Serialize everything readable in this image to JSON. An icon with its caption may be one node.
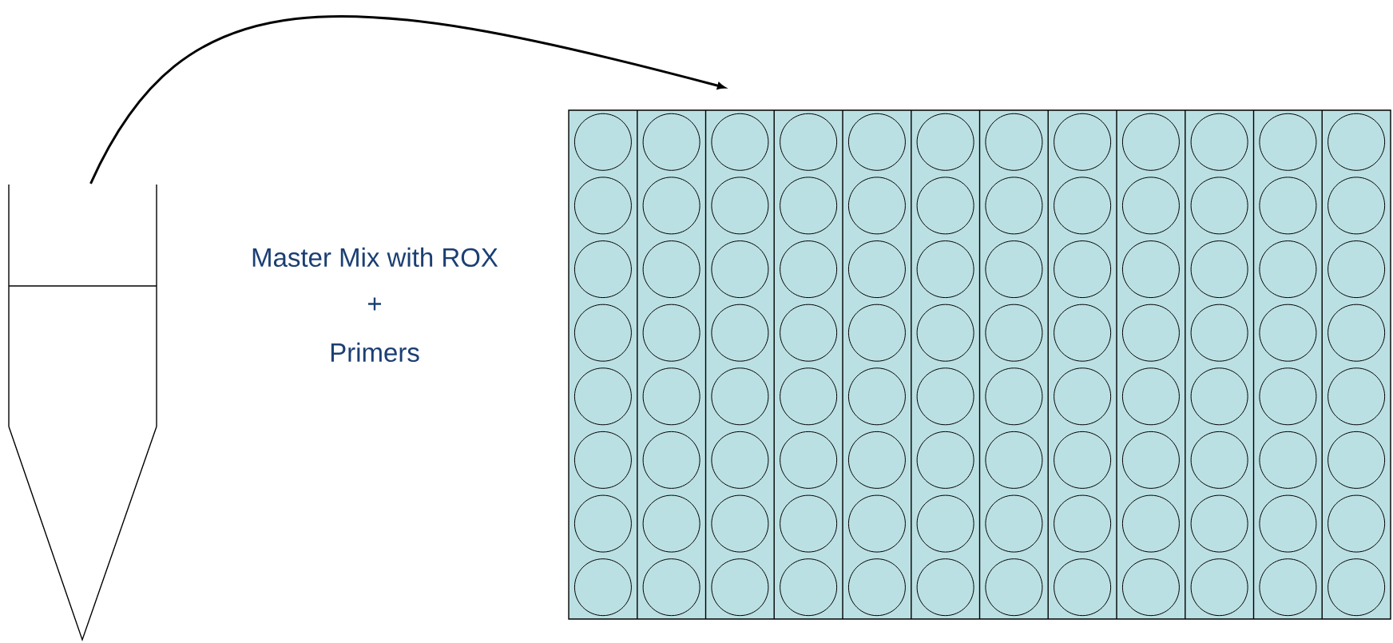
{
  "diagram": {
    "nodes": [
      {
        "text": [],
        "shape": "picture"
      },
      {
        "text": [],
        "shape": "picture"
      }
    ],
    "edges": [
      {
        "from": 0,
        "to": 1,
        "arrow": "to"
      }
    ],
    "labels": [
      "Master Mix with ROX",
      "+",
      "Primers"
    ]
  }
}
